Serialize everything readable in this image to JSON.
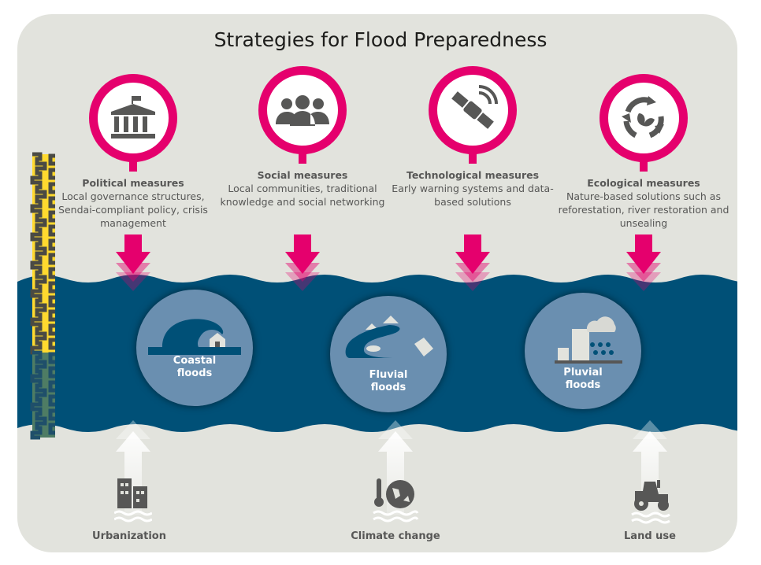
{
  "title": "Strategies for Flood Preparedness",
  "colors": {
    "panel": "#e2e3dd",
    "water": "#005077",
    "accent": "#e5006d",
    "flood_circle": "#6a8fb0",
    "ruler_yellow": "#ffd92f",
    "ruler_green": "#4e7c64"
  },
  "measures": [
    {
      "icon": "government-building-icon",
      "title": "Political measures",
      "desc": "Local governance structures, Sendai-compliant policy, crisis management"
    },
    {
      "icon": "people-group-icon",
      "title": "Social measures",
      "desc": "Local communities, traditional knowledge and social networking"
    },
    {
      "icon": "satellite-icon",
      "title": "Technological measures",
      "desc": "Early warning systems and data-based solutions"
    },
    {
      "icon": "recycle-leaf-icon",
      "title": "Ecological measures",
      "desc": "Nature-based solutions such as reforestation, river restoration and unsealing"
    }
  ],
  "floods": [
    {
      "icon": "tsunami-wave-icon",
      "line1": "Coastal",
      "line2": "floods"
    },
    {
      "icon": "river-icon",
      "line1": "Fluvial",
      "line2": "floods"
    },
    {
      "icon": "rain-cloud-icon",
      "line1": "Pluvial",
      "line2": "floods"
    }
  ],
  "drivers": [
    {
      "icon": "city-buildings-icon",
      "label": "Urbanization"
    },
    {
      "icon": "thermometer-globe-icon",
      "label": "Climate change"
    },
    {
      "icon": "tractor-icon",
      "label": "Land use"
    }
  ]
}
